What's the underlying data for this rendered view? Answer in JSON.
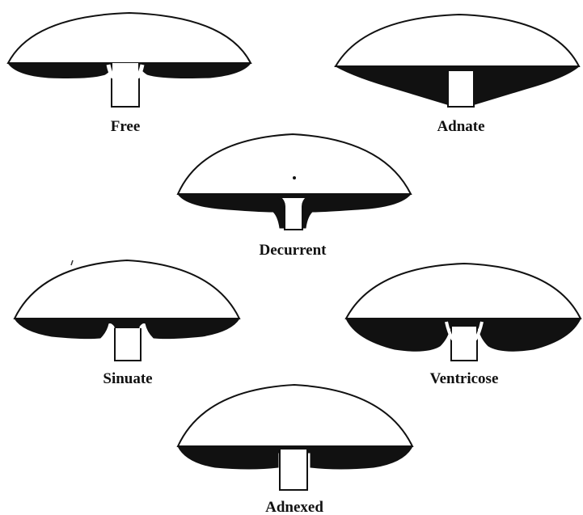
{
  "diagram": {
    "labels": {
      "free": "Free",
      "adnate": "Adnate",
      "decurrent": "Decurrent",
      "sinuate": "Sinuate",
      "ventricose": "Ventricose",
      "adnexed": "Adnexed"
    },
    "colors": {
      "ink": "#111111",
      "paper": "#ffffff"
    }
  }
}
